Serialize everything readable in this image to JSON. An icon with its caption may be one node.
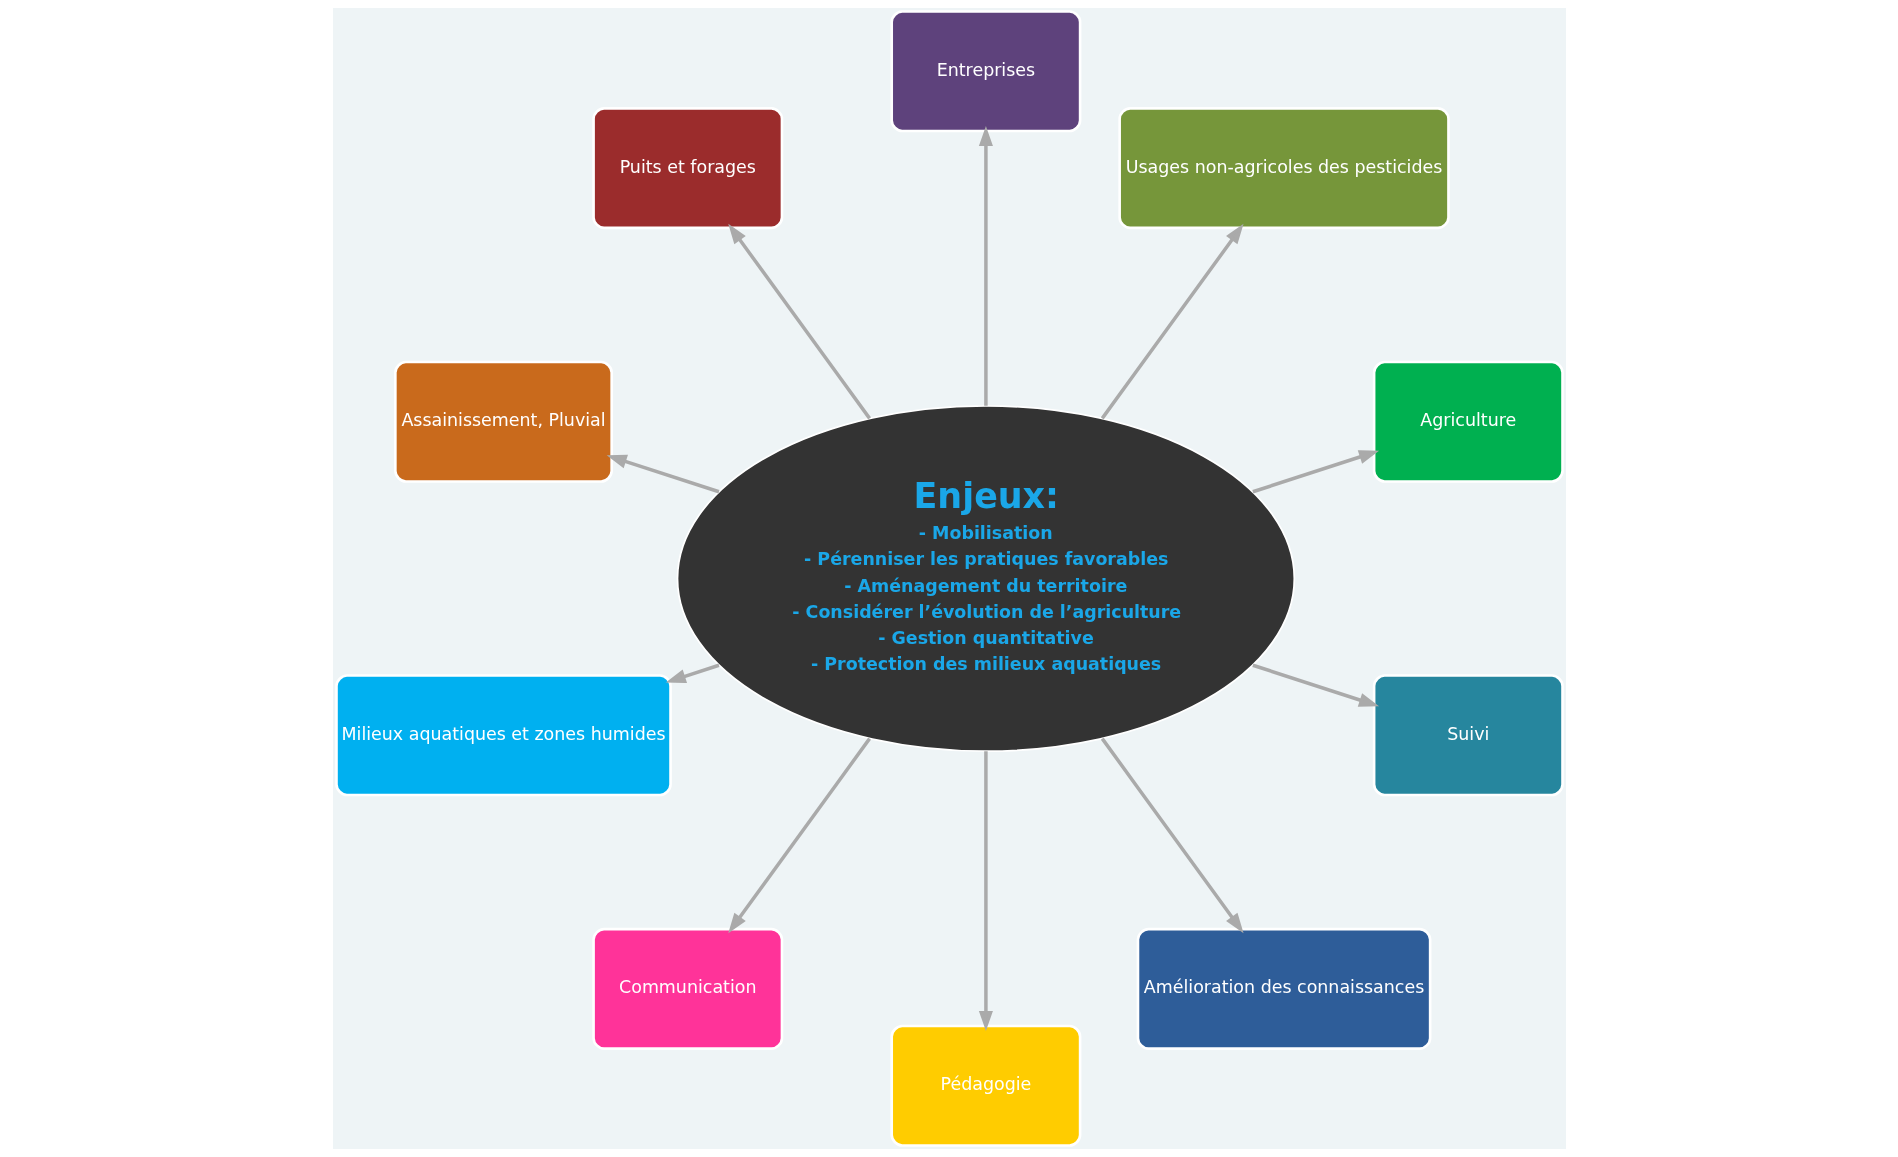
{
  "diagram": {
    "nodes": [
      {
        "text": [
          "Enjeux:",
          "- Mobilisation",
          "- Pérenniser les pratiques favorables",
          "- Aménagement du territoire",
          "- Considérer l’évolution de l’agriculture",
          "- Gestion quantitative",
          "- Protection des milieux aquatiques"
        ]
      },
      {
        "text": [
          "Agriculture"
        ]
      },
      {
        "text": [
          "Usages non-agricoles des pesticides"
        ]
      },
      {
        "text": [
          "Entreprises"
        ]
      },
      {
        "text": [
          "Puits et forages"
        ]
      },
      {
        "text": [
          "Assainissement, Pluvial"
        ]
      },
      {
        "text": [
          "Milieux aquatiques et zones humides"
        ]
      },
      {
        "text": [
          "Communication"
        ]
      },
      {
        "text": [
          "Pédagogie"
        ]
      },
      {
        "text": [
          "Amélioration des connaissances"
        ]
      },
      {
        "text": [
          "Suivi"
        ]
      }
    ],
    "edges": [
      {
        "from": 0,
        "to": 1,
        "arrow": "to"
      },
      {
        "from": 0,
        "to": 2,
        "arrow": "to"
      },
      {
        "from": 0,
        "to": 3,
        "arrow": "to"
      },
      {
        "from": 0,
        "to": 4,
        "arrow": "to"
      },
      {
        "from": 0,
        "to": 5,
        "arrow": "to"
      },
      {
        "from": 0,
        "to": 6,
        "arrow": "to"
      },
      {
        "from": 0,
        "to": 7,
        "arrow": "to"
      },
      {
        "from": 0,
        "to": 8,
        "arrow": "to"
      },
      {
        "from": 0,
        "to": 9,
        "arrow": "to"
      },
      {
        "from": 0,
        "to": 10,
        "arrow": "to"
      }
    ]
  }
}
